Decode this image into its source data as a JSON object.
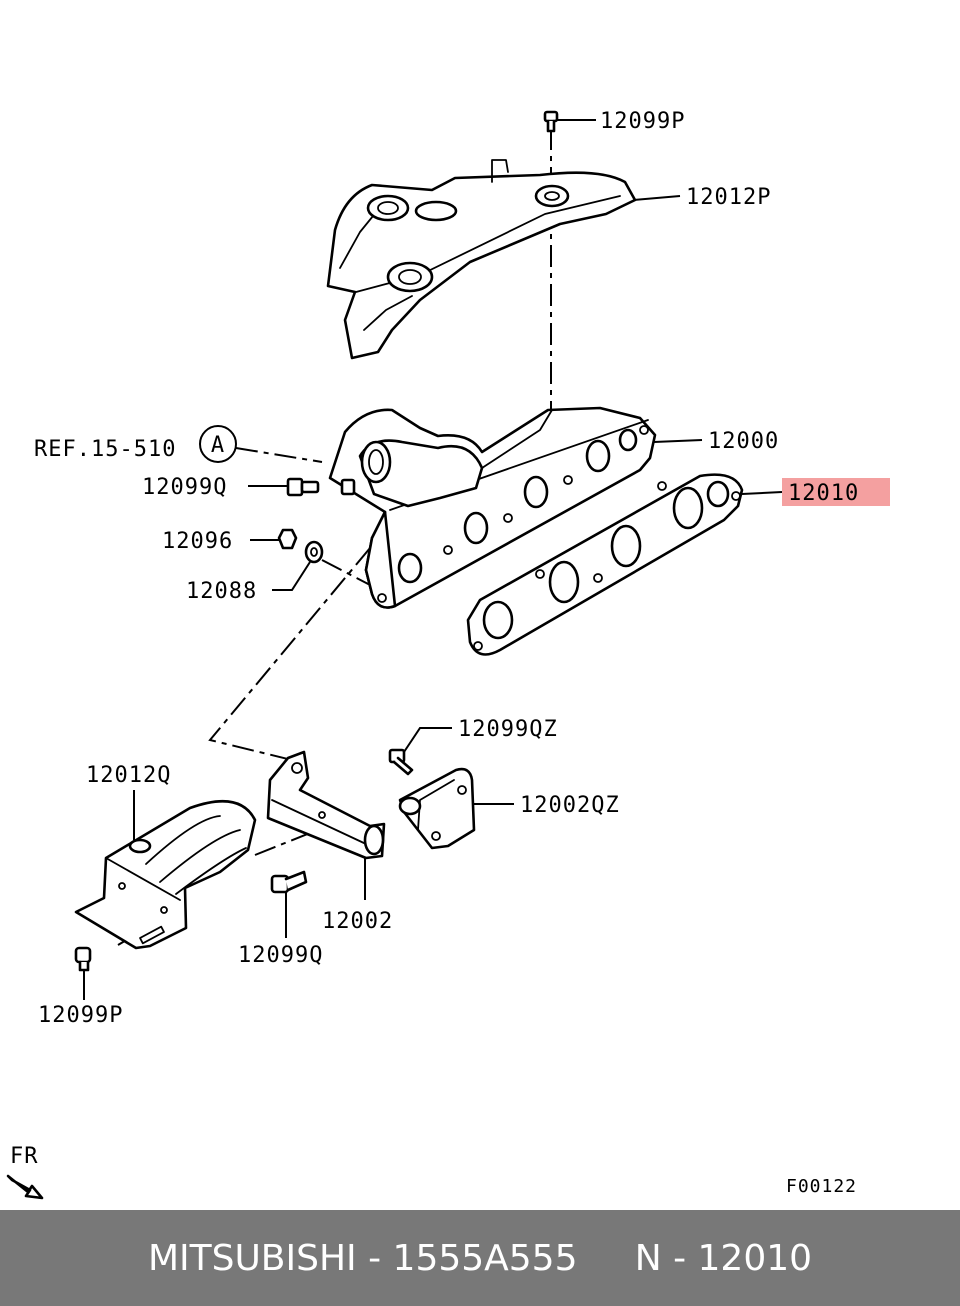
{
  "diagram": {
    "callouts": {
      "top_bolt": "12099P",
      "heat_shield_upper": "12012P",
      "reference": "REF.15-510",
      "reference_marker": "A",
      "manifold": "12000",
      "gasket": "12010",
      "bolt_q_upper": "12099Q",
      "nut": "12096",
      "washer": "12088",
      "bolt_qz": "12099QZ",
      "heat_shield_lower": "12012Q",
      "bracket_qz": "12002QZ",
      "bracket": "12002",
      "bolt_q_lower": "12099Q",
      "bolt_p_lower": "12099P"
    },
    "direction_label": "FR",
    "figure_code": "F00122",
    "highlight_color": "#f4a0a0"
  },
  "footer": {
    "text": "MITSUBISHI - 1555A555     N - 12010",
    "background": "#787878"
  }
}
